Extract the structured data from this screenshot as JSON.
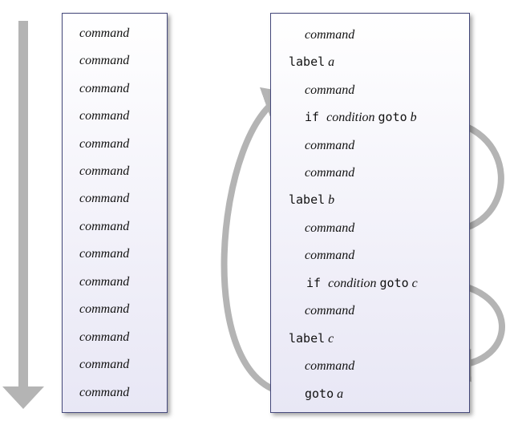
{
  "sequential_program": {
    "lines": [
      "command",
      "command",
      "command",
      "command",
      "command",
      "command",
      "command",
      "command",
      "command",
      "command",
      "command",
      "command",
      "command",
      "command"
    ]
  },
  "branching_program": {
    "lines": [
      {
        "kind": "command",
        "parts": [
          {
            "t": "command",
            "s": "it"
          }
        ]
      },
      {
        "kind": "label",
        "parts": [
          {
            "t": "label",
            "s": "kw"
          },
          {
            "t": " a",
            "s": "it"
          }
        ]
      },
      {
        "kind": "command",
        "parts": [
          {
            "t": "command",
            "s": "it"
          }
        ]
      },
      {
        "kind": "if-goto",
        "parts": [
          {
            "t": "if ",
            "s": "kw"
          },
          {
            "t": "condition ",
            "s": "it"
          },
          {
            "t": "goto",
            "s": "kw"
          },
          {
            "t": " b",
            "s": "it"
          }
        ]
      },
      {
        "kind": "command",
        "parts": [
          {
            "t": "command",
            "s": "it"
          }
        ]
      },
      {
        "kind": "command",
        "parts": [
          {
            "t": "command",
            "s": "it"
          }
        ]
      },
      {
        "kind": "label",
        "parts": [
          {
            "t": "label",
            "s": "kw"
          },
          {
            "t": " b",
            "s": "it"
          }
        ]
      },
      {
        "kind": "command",
        "parts": [
          {
            "t": "command",
            "s": "it"
          }
        ]
      },
      {
        "kind": "command",
        "parts": [
          {
            "t": "command",
            "s": "it"
          }
        ]
      },
      {
        "kind": "if-goto",
        "parts": [
          {
            "t": "if ",
            "s": "kw"
          },
          {
            "t": "condition ",
            "s": "it"
          },
          {
            "t": "goto",
            "s": "kw"
          },
          {
            "t": " c",
            "s": "it"
          }
        ]
      },
      {
        "kind": "command",
        "parts": [
          {
            "t": "command",
            "s": "it"
          }
        ]
      },
      {
        "kind": "label",
        "parts": [
          {
            "t": "label",
            "s": "kw"
          },
          {
            "t": " c",
            "s": "it"
          }
        ]
      },
      {
        "kind": "command",
        "parts": [
          {
            "t": "command",
            "s": "it"
          }
        ]
      },
      {
        "kind": "goto",
        "parts": [
          {
            "t": "goto",
            "s": "kw"
          },
          {
            "t": " a",
            "s": "it"
          }
        ]
      }
    ]
  },
  "jumps": [
    {
      "from_line": 3,
      "to_line": 7,
      "direction": "forward"
    },
    {
      "from_line": 9,
      "to_line": 12,
      "direction": "forward"
    },
    {
      "from_line": 13,
      "to_line": 2,
      "direction": "backward"
    }
  ],
  "colors": {
    "panel_border": "#44487a",
    "arrow": "#b4b4b4",
    "text": "#111111"
  }
}
